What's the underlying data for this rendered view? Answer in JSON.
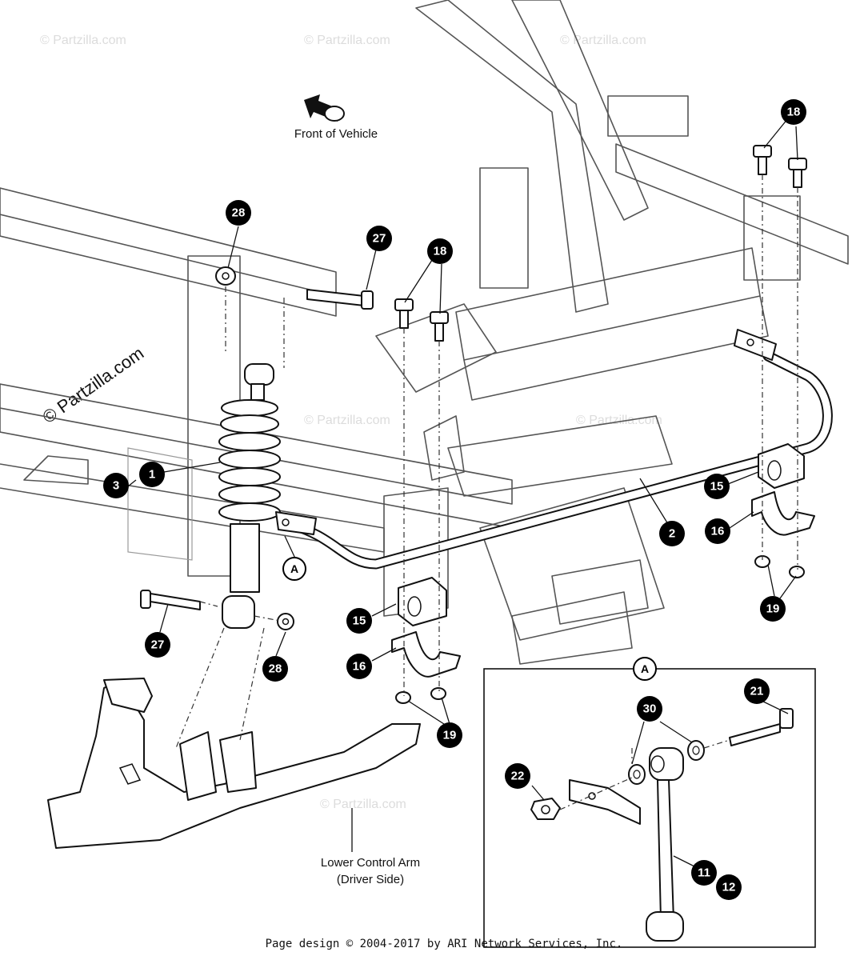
{
  "watermark": "© Partzilla.com",
  "labels": {
    "front_of_vehicle": "Front of Vehicle",
    "lower_control_arm_line1": "Lower Control Arm",
    "lower_control_arm_line2": "(Driver Side)",
    "footer": "Page design © 2004-2017 by ARI Network Services, Inc."
  },
  "callouts": {
    "c1": "1",
    "c2": "2",
    "c3": "3",
    "c11": "11",
    "c12": "12",
    "c15a": "15",
    "c15b": "15",
    "c16a": "16",
    "c16b": "16",
    "c18a": "18",
    "c18b": "18",
    "c19a": "19",
    "c19b": "19",
    "c21": "21",
    "c22": "22",
    "c27a": "27",
    "c27b": "27",
    "c28a": "28",
    "c28b": "28",
    "c30": "30"
  },
  "refs": {
    "ref_a_main": "A",
    "ref_a_inset": "A"
  }
}
